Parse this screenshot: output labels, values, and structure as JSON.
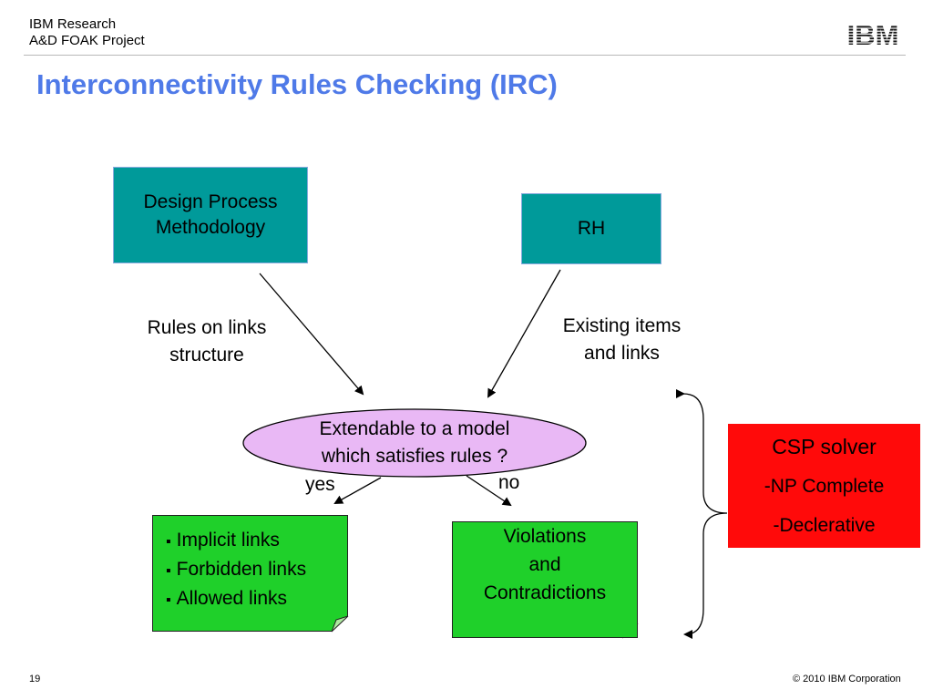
{
  "header": {
    "org": "IBM Research",
    "project": "A&D FOAK Project",
    "logo_text": "IBM"
  },
  "title": "Interconnectivity Rules Checking (IRC)",
  "nodes": {
    "dpm": {
      "line1": "Design Process",
      "line2": "Methodology"
    },
    "rh": {
      "label": "RH"
    },
    "decision": {
      "line1": "Extendable to a model",
      "line2": "which satisfies rules ?"
    },
    "implicit": {
      "items": [
        "Implicit links",
        "Forbidden links",
        "Allowed links"
      ]
    },
    "violations": {
      "line1": "Violations",
      "line2": "and",
      "line3": "Contradictions"
    },
    "csp": {
      "title": "CSP  solver",
      "line1": "-NP Complete",
      "line2": "-Declerative"
    }
  },
  "edge_labels": {
    "rules_line1": "Rules on links",
    "rules_line2": "structure",
    "existing_line1": "Existing items",
    "existing_line2": "and links",
    "yes": "yes",
    "no": "no"
  },
  "colors": {
    "title": "#4f7ae8",
    "teal": "#009a9a",
    "ellipse": "#e9b8f5",
    "green": "#1fd02a",
    "red": "#ff0a0a"
  },
  "footer": {
    "page_number": "19",
    "copyright": "© 2010 IBM Corporation"
  }
}
